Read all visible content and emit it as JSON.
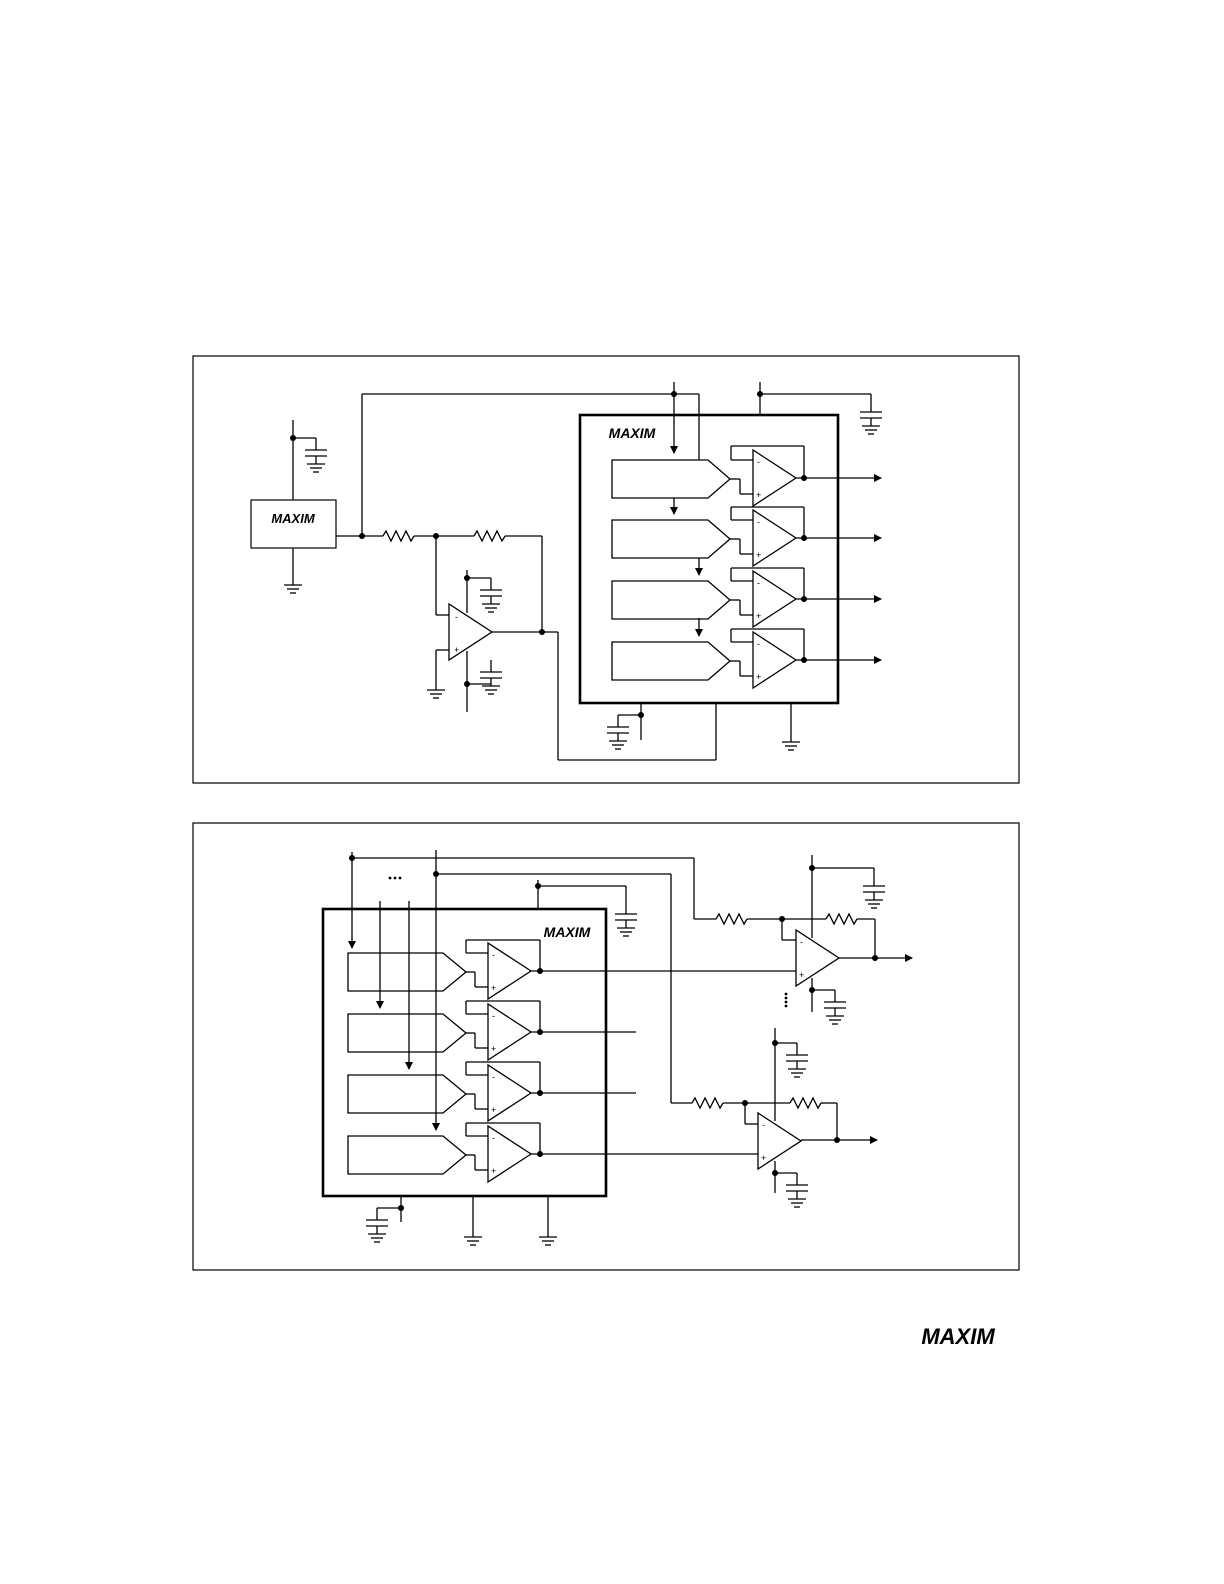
{
  "brand": {
    "logo_text": "MAXIM"
  },
  "figure1": {
    "chip_logo": "MAXIM",
    "reference_logo": "MAXIM",
    "channels": 4
  },
  "figure2": {
    "chip_logo": "MAXIM",
    "channels": 4
  },
  "opamp_signs": {
    "minus": "-",
    "plus": "+"
  }
}
